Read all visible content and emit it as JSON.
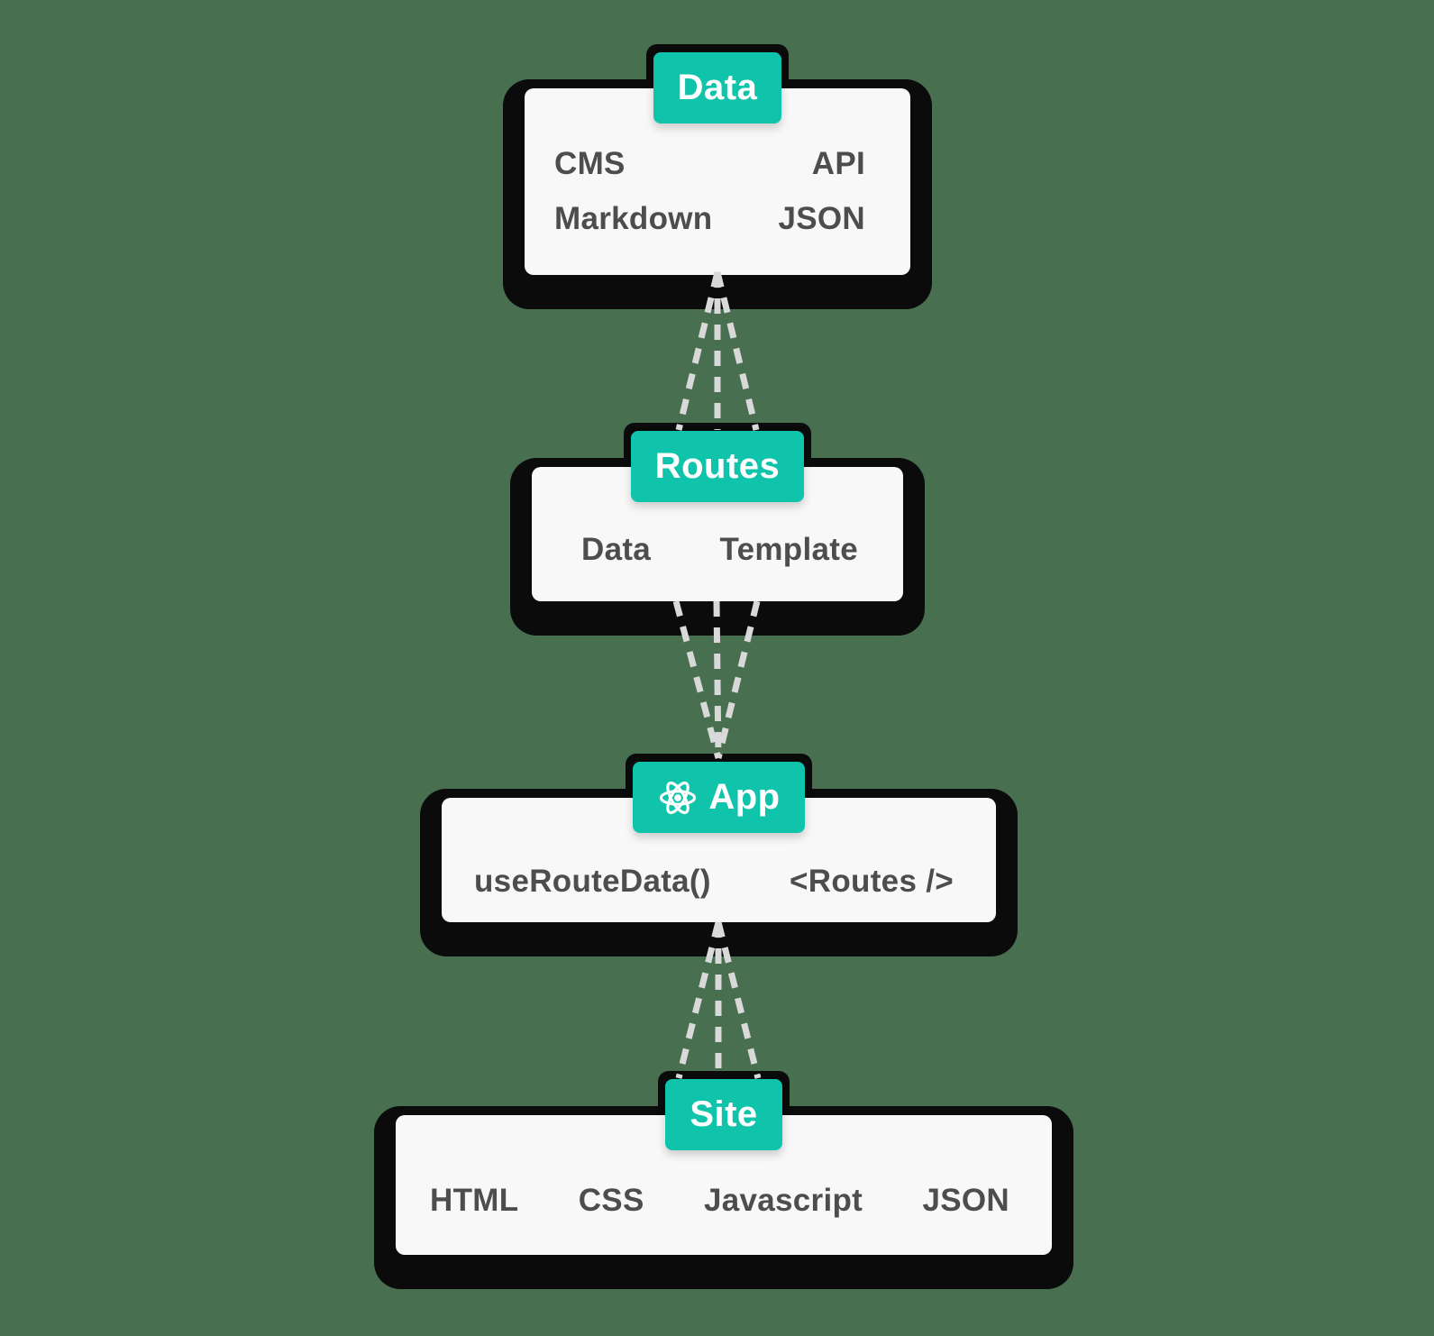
{
  "colors": {
    "background": "#487050",
    "accent": "#10c3ab",
    "box": "#f8f8f8",
    "shadow": "#0b0b0b",
    "text": "#4d4d4d",
    "connector": "#d9d9d9"
  },
  "diagram": {
    "type": "flow",
    "nodes": [
      {
        "id": "data",
        "label": "Data",
        "items": [
          "CMS",
          "API",
          "Markdown",
          "JSON"
        ]
      },
      {
        "id": "routes",
        "label": "Routes",
        "items": [
          "Data",
          "Template"
        ]
      },
      {
        "id": "app",
        "label": "App",
        "icon": "react-icon",
        "items": [
          "useRouteData()",
          "<Routes />"
        ]
      },
      {
        "id": "site",
        "label": "Site",
        "items": [
          "HTML",
          "CSS",
          "Javascript",
          "JSON"
        ]
      }
    ],
    "edges": [
      {
        "from": "data",
        "to": "routes",
        "style": "dashed",
        "lines": 3
      },
      {
        "from": "routes",
        "to": "app",
        "style": "dashed",
        "lines": 3
      },
      {
        "from": "app",
        "to": "site",
        "style": "dashed",
        "lines": 3
      }
    ]
  }
}
